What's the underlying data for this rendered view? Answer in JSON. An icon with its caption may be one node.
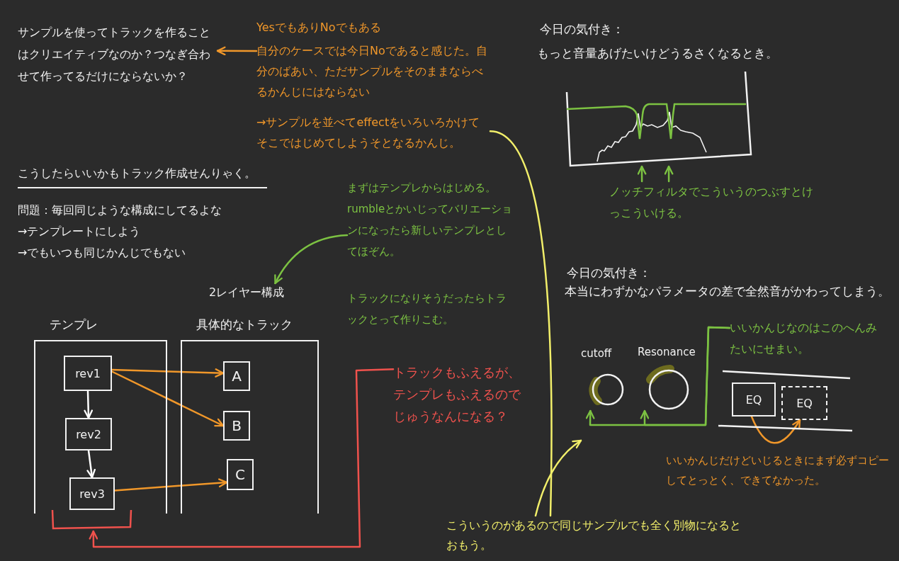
{
  "diagram": {
    "nodes": [
      {
        "text": [
          "サンプルを使ってトラックを作ることはクリエイティブなのか？つなぎ合わせて作ってるだけにならないか？"
        ]
      },
      {
        "text": [
          "YesでもありNoでもある",
          "自分のケースでは今日Noであると感じた。自分のばあい、ただサンプルをそのままならべるかんじにはならない",
          "→サンプルを並べてeffectをいろいろかけてそこではじめてしようそとなるかんじ。"
        ]
      },
      {
        "text": [
          "まずはテンプレからはじめる。rumbleとかいじってバリエーションになったら新しいテンプレとしてほぞん。",
          "トラックになりそうだったらトラックとって作りこむ。"
        ]
      },
      {
        "text": [
          "2レイヤー構成"
        ]
      },
      {
        "text": [
          "テンプレ"
        ]
      },
      {
        "text": [
          "rev1"
        ],
        "in": 4
      },
      {
        "text": [
          "rev2"
        ],
        "in": 4
      },
      {
        "text": [
          "rev3"
        ],
        "in": 4
      },
      {
        "text": [
          "具体的なトラック"
        ]
      },
      {
        "text": [
          "A"
        ],
        "in": 8
      },
      {
        "text": [
          "B"
        ],
        "in": 8
      },
      {
        "text": [
          "C"
        ],
        "in": 8
      },
      {
        "text": [],
        "shape": "bracket"
      },
      {
        "text": [
          "トラックもふえるが、テンプレもふえるのでじゅうなんになる？"
        ]
      },
      {
        "text": [
          "こういうのがあるので同じサンプルでも全く別物になるとおもう。"
        ]
      },
      {
        "text": [],
        "shape": "picture"
      },
      {
        "text": [
          "ノッチフィルタでこういうのつぶすとけっこういける。"
        ]
      },
      {
        "text": [
          "cutoff"
        ]
      },
      {
        "text": [
          "Resonance"
        ]
      },
      {
        "text": [
          "いいかんじなのはこのへんみたいにせまい。"
        ]
      },
      {
        "text": [
          "EQ"
        ]
      },
      {
        "text": [
          "EQ"
        ]
      }
    ],
    "edges": [
      {
        "from": 1,
        "to": 0,
        "arrow": "to"
      },
      {
        "from": 2,
        "to": 3,
        "arrow": "to",
        "color": "#7cc242"
      },
      {
        "from": 5,
        "to": 6,
        "arrow": "to",
        "color": "#ffffff"
      },
      {
        "from": 6,
        "to": 7,
        "arrow": "to",
        "color": "#ffffff"
      },
      {
        "from": 5,
        "to": 9,
        "arrow": "to"
      },
      {
        "from": 5,
        "to": 10,
        "arrow": "to"
      },
      {
        "from": 7,
        "to": 11,
        "arrow": "to"
      },
      {
        "from": 13,
        "to": 12,
        "arrow": "to",
        "color": "#f0524d"
      },
      {
        "from": 1,
        "to": 14,
        "arrow": "none",
        "color": "#f2ef6a"
      },
      {
        "from": 14,
        "to": null,
        "arrow": "to",
        "color": "#f2ef6a"
      },
      {
        "from": 16,
        "to": 15,
        "arrow": "to",
        "color": "#7cc242"
      },
      {
        "from": 16,
        "to": 15,
        "arrow": "to",
        "color": "#7cc242"
      },
      {
        "from": 19,
        "to": 17,
        "arrow": "to",
        "color": "#7cc242"
      },
      {
        "from": 19,
        "to": 18,
        "arrow": "to",
        "color": "#7cc242"
      },
      {
        "from": 20,
        "to": 21,
        "arrow": "to"
      }
    ],
    "labels": [
      "こうしたらいいかもトラック作成せんりゃく。",
      "問題：毎回同じような構成にしてるよな",
      "→テンプレートにしよう",
      "→でもいつも同じかんじでもない",
      "今日の気付き：",
      "もっと音量あげたいけどうるさくなるとき。",
      "今日の気付き：",
      "本当にわずかなパラメータの差で全然音がかわってしまう。",
      "いいかんじだけどいじるときにまず必ずコピーしてとっとく、できてなかった。"
    ]
  }
}
